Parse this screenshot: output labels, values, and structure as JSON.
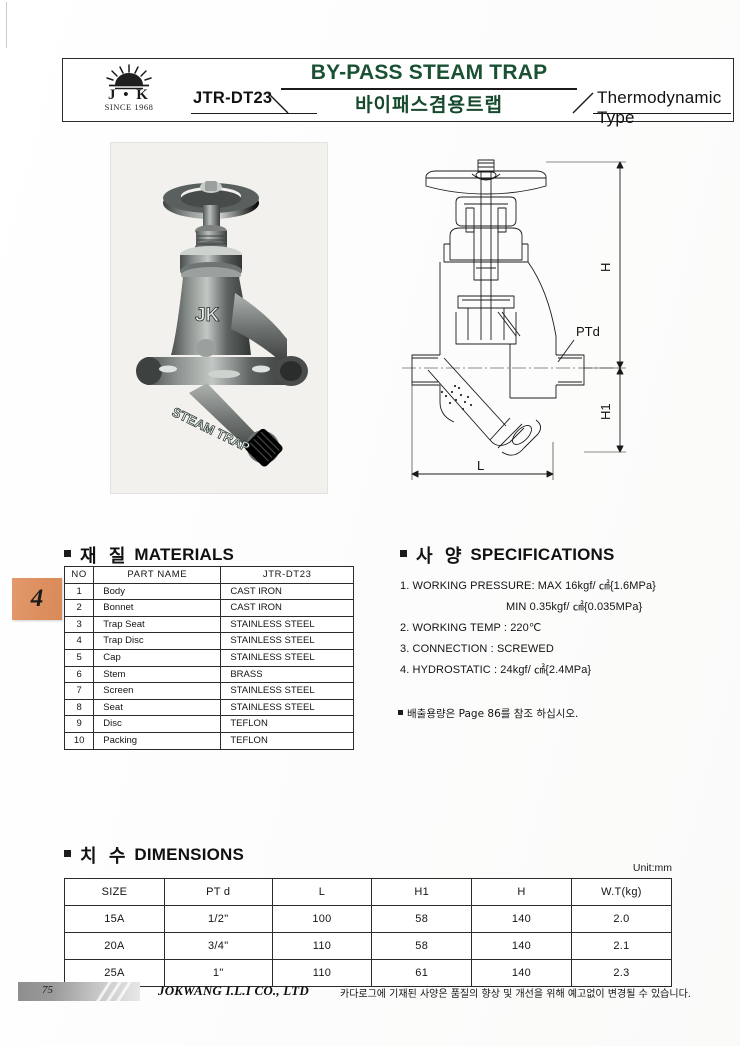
{
  "header": {
    "logo": {
      "mark": "sunrise-logo",
      "brand": "J • K",
      "since": "SINCE 1968"
    },
    "model_code": "JTR-DT23",
    "title_en": "BY-PASS STEAM TRAP",
    "title_ko": "바이패스겸용트랩",
    "type_label": "Thermodynamic Type",
    "title_color": "#1a5132"
  },
  "figures": {
    "photo_alt": "steam-trap-product-photo",
    "photo_body_text": "JK",
    "photo_body_text2": "STEAM TRAP",
    "drawing_alt": "steam-trap-cross-section-drawing",
    "drawing_labels": {
      "height_overall": "H",
      "height_center": "H1",
      "length": "L",
      "port": "PTd"
    }
  },
  "section_tab": {
    "number": "4"
  },
  "materials": {
    "heading_ko": "재 질",
    "heading_en": "MATERIALS",
    "columns": [
      "NO",
      "PART NAME",
      "JTR-DT23"
    ],
    "rows": [
      [
        "1",
        "Body",
        "CAST IRON"
      ],
      [
        "2",
        "Bonnet",
        "CAST IRON"
      ],
      [
        "3",
        "Trap Seat",
        "STAINLESS STEEL"
      ],
      [
        "4",
        "Trap Disc",
        "STAINLESS STEEL"
      ],
      [
        "5",
        "Cap",
        "STAINLESS STEEL"
      ],
      [
        "6",
        "Stem",
        "BRASS"
      ],
      [
        "7",
        "Screen",
        "STAINLESS STEEL"
      ],
      [
        "8",
        "Seat",
        "STAINLESS STEEL"
      ],
      [
        "9",
        "Disc",
        "TEFLON"
      ],
      [
        "10",
        "Packing",
        "TEFLON"
      ]
    ]
  },
  "specifications": {
    "heading_ko": "사 양",
    "heading_en": "SPECIFICATIONS",
    "lines": [
      "1. WORKING PRESSURE: MAX  16kgf/ ㎠{1.6MPa}",
      "MIN  0.35kgf/ ㎠{0.035MPa}",
      "2. WORKING  TEMP : 220℃",
      "3. CONNECTION : SCREWED",
      "4. HYDROSTATIC : 24kgf/ ㎠{2.4MPa}"
    ],
    "note": "배출용량은 Page 86를 참조 하십시오."
  },
  "dimensions": {
    "heading_ko": "치 수",
    "heading_en": "DIMENSIONS",
    "unit": "Unit:mm",
    "columns": [
      "SIZE",
      "PT d",
      "L",
      "H1",
      "H",
      "W.T(kg)"
    ],
    "rows": [
      [
        "15A",
        "1/2\"",
        "100",
        "58",
        "140",
        "2.0"
      ],
      [
        "20A",
        "3/4\"",
        "110",
        "58",
        "140",
        "2.1"
      ],
      [
        "25A",
        "1\"",
        "110",
        "61",
        "140",
        "2.3"
      ]
    ]
  },
  "footer": {
    "page_number": "75",
    "company": "JOKWANG I.L.I CO., LTD",
    "disclaimer": "카다로그에 기재된 사양은 품질의 향상 및 개선을 위해 예고없이 변경될 수 있습니다."
  }
}
